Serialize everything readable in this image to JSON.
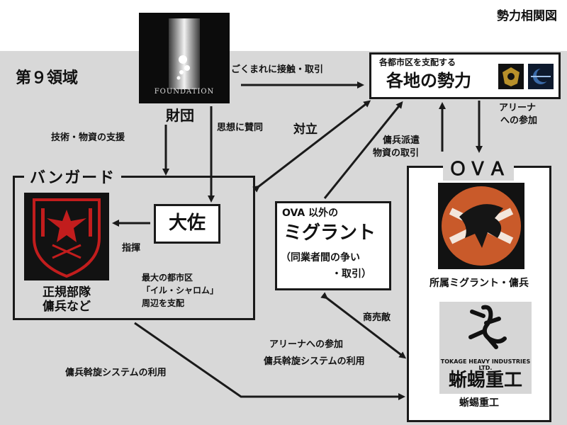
{
  "page_title": "勢力相関図",
  "region_title": "第９領域",
  "foundation": {
    "logo_text": "FOUNDATION",
    "name": "財団"
  },
  "factions": {
    "title_small": "各都市区を支配する",
    "title_big": "各地の勢力"
  },
  "vanguard": {
    "title": "バンガード",
    "caption_line1": "正規部隊",
    "caption_line2": "傭兵など",
    "control_line1": "最大の都市区",
    "control_line2": "「イル・シャロム」",
    "control_line3": "周辺を支配"
  },
  "colonel": {
    "name": "大佐"
  },
  "migrant": {
    "line1": "OVA 以外の",
    "line2": "ミグラント",
    "line3": "（同業者間の争い",
    "line4": "・取引）"
  },
  "ova": {
    "title": "ＯＶＡ",
    "caption1": "所属ミグラント・傭兵",
    "tokage_logo_text": "TOKAGE HEAVY INDUSTRIES LTD.",
    "tokage_logo_kanji": "蜥蜴重工",
    "caption2": "蜥蜴重工"
  },
  "relations": {
    "foundation_to_factions": "ごくまれに接触・取引",
    "foundation_to_vanguard": "技術・物資の支援",
    "foundation_to_colonel": "思想に賛同",
    "vanguard_factions": "対立",
    "ova_to_factions_line1": "傭兵派遣",
    "ova_to_factions_line2": "物資の取引",
    "factions_to_ova_line1": "アリーナ",
    "factions_to_ova_line2": "への参加",
    "colonel_to_vanguard": "指揮",
    "migrant_ova": "商売敵",
    "migrant_ova_arena": "アリーナへの参加",
    "migrant_ova_mercenary": "傭兵斡旋システムの利用",
    "vanguard_to_ova": "傭兵斡旋システムの利用"
  },
  "colors": {
    "region_bg": "#d8d8d8",
    "line": "#1a1a1a",
    "vanguard_emblem": "#c21d1d",
    "ova_emblem": "#c95a2a"
  }
}
